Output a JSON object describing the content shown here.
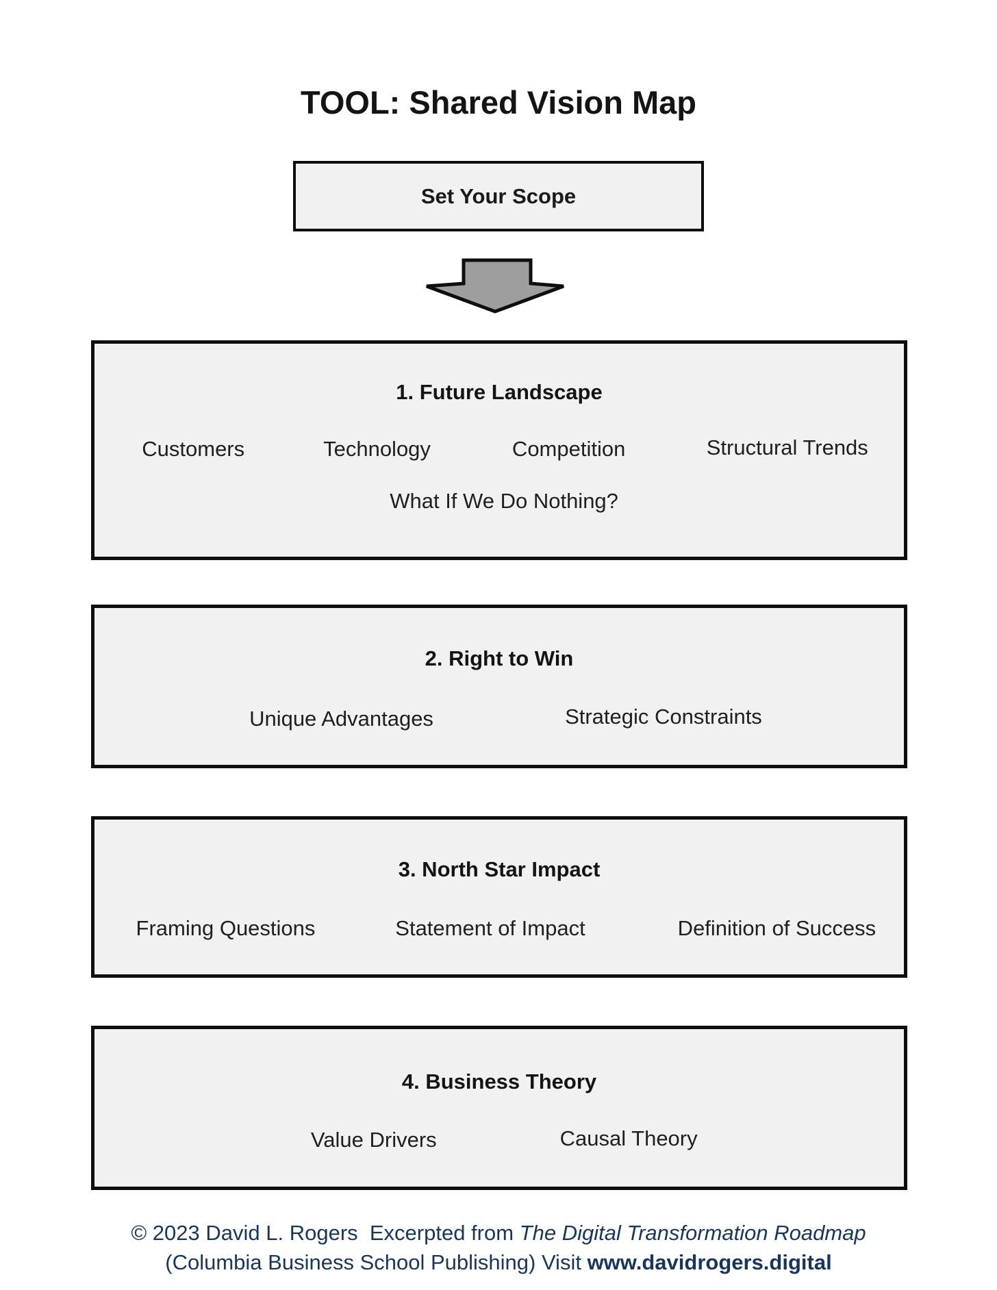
{
  "title": "TOOL: Shared Vision Map",
  "scope": {
    "label": "Set Your Scope"
  },
  "arrow": {
    "icon": "down-block-arrow"
  },
  "sections": [
    {
      "title": "1. Future Landscape",
      "items": [
        "Customers",
        "Technology",
        "Competition",
        "Structural Trends"
      ],
      "footnote": "What If We Do Nothing?"
    },
    {
      "title": "2. Right to Win",
      "items": [
        "Unique Advantages",
        "Strategic Constraints"
      ]
    },
    {
      "title": "3. North Star Impact",
      "items": [
        "Framing Questions",
        "Statement of Impact",
        "Definition of Success"
      ]
    },
    {
      "title": "4. Business Theory",
      "items": [
        "Value Drivers",
        "Causal Theory"
      ]
    }
  ],
  "footer": {
    "line1_prefix": "© 2023 David L. Rogers  Excerpted from ",
    "line1_italic": "The Digital Transformation Roadmap",
    "line2_prefix": "(Columbia Business School Publishing) Visit ",
    "line2_bold": "www.davidrogers.digital"
  },
  "colors": {
    "box_fill": "#f1f1f1",
    "box_border": "#0e0e0e",
    "arrow_fill": "#9e9e9e",
    "footer_text": "#17365d"
  }
}
